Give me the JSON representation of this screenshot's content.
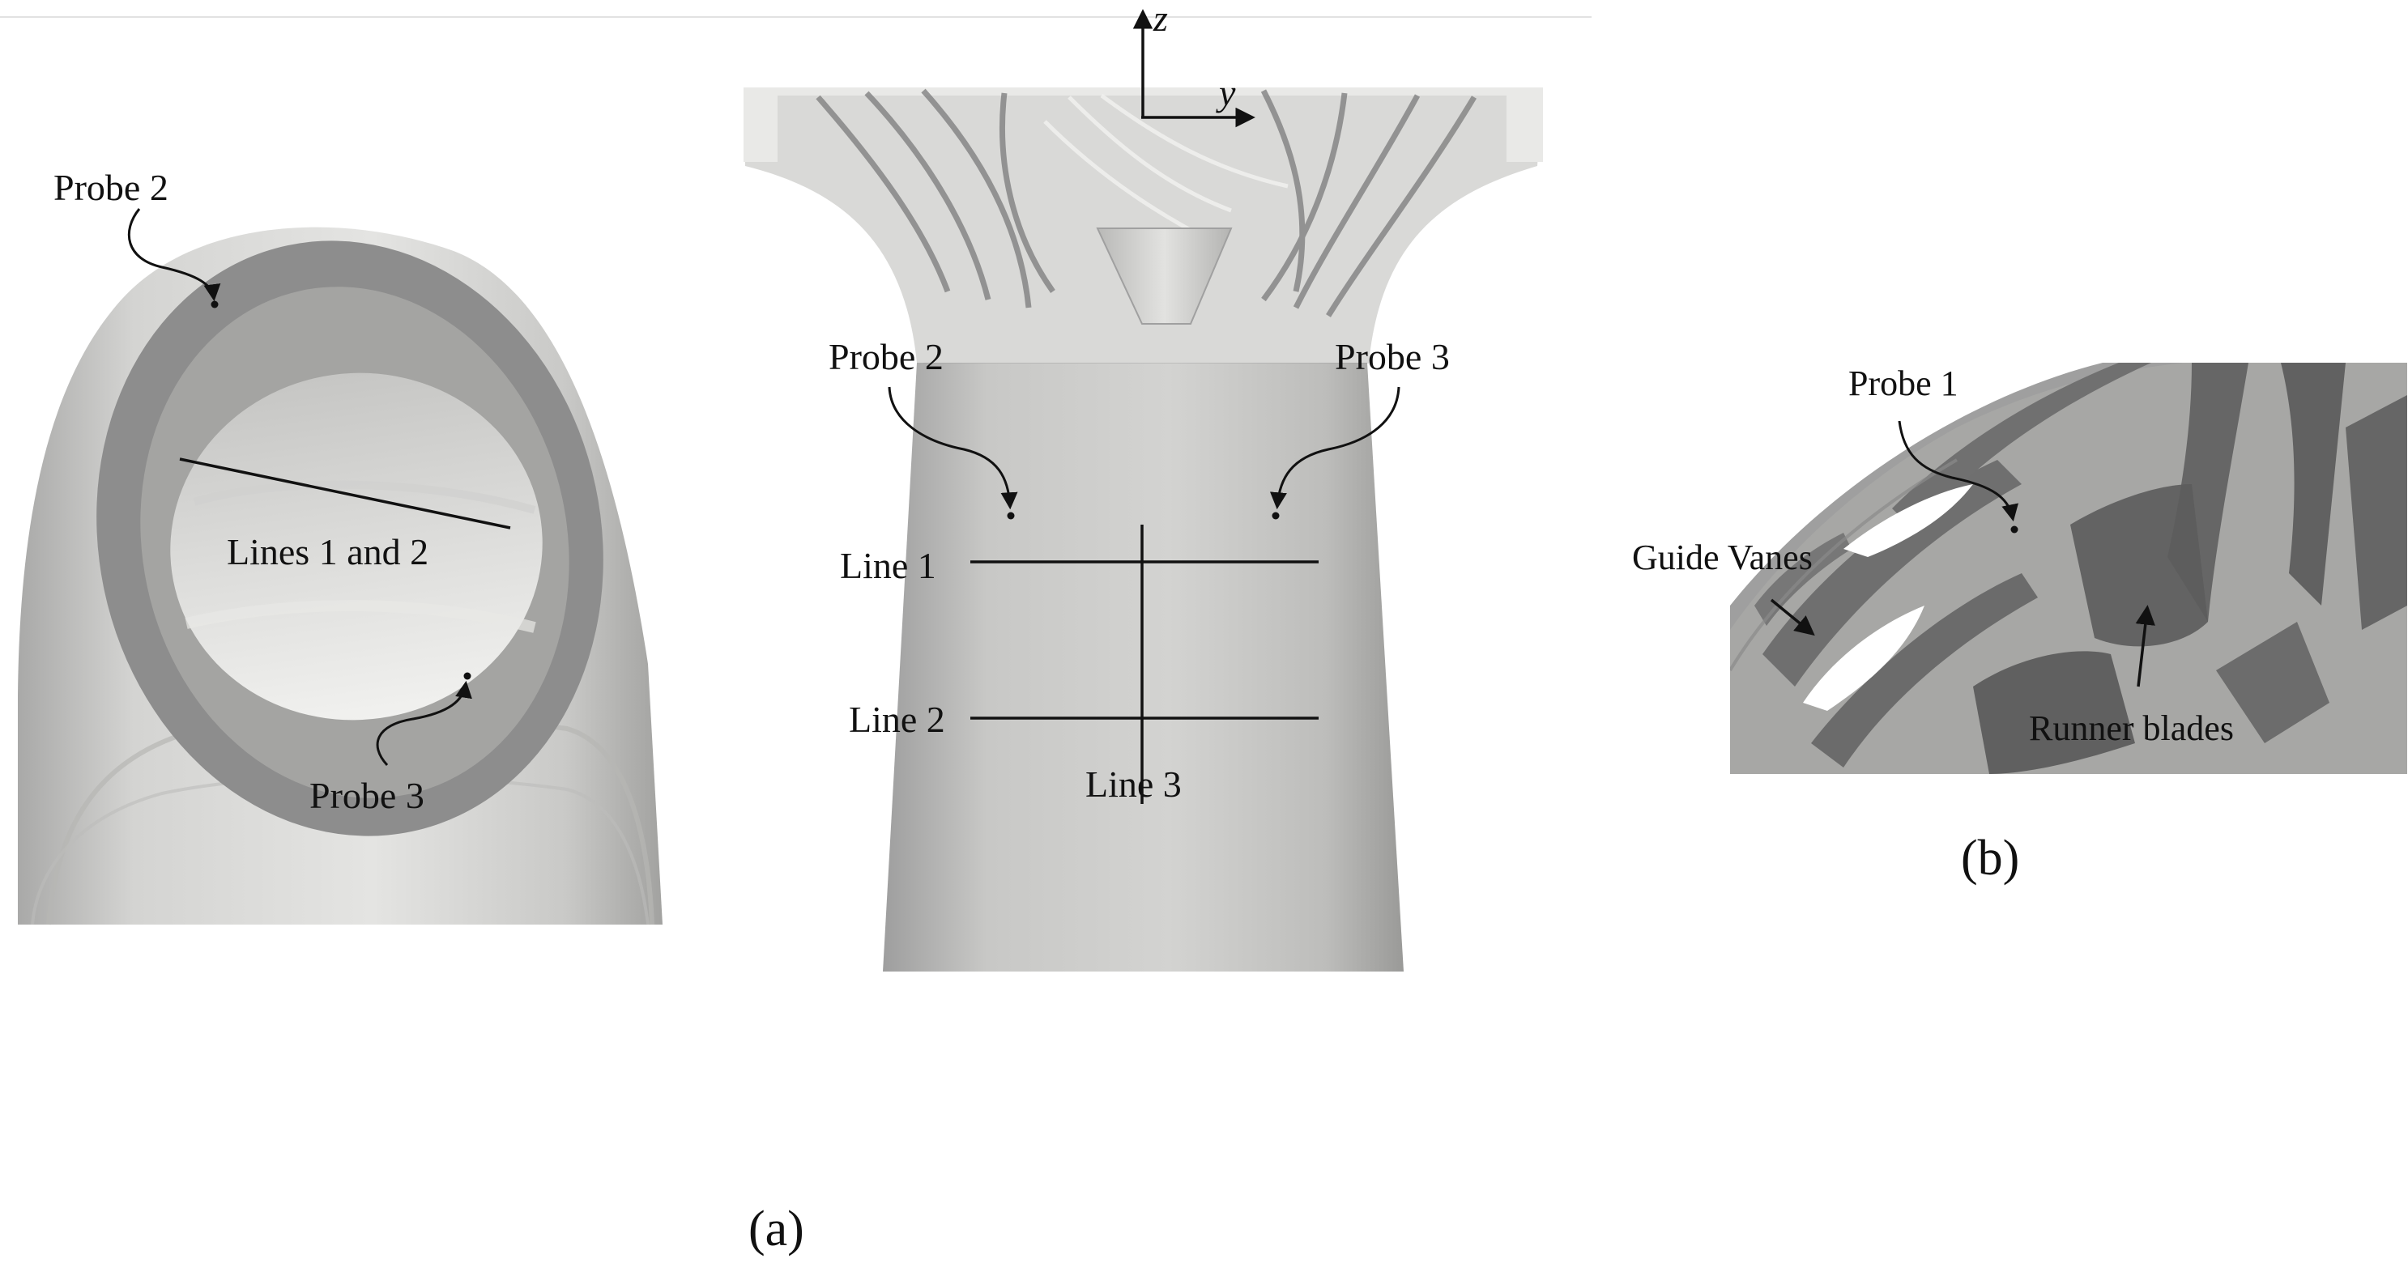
{
  "panel_a": {
    "caption": "(a)",
    "axes": {
      "z": "z",
      "y": "y"
    },
    "left_view": {
      "probe2": "Probe 2",
      "probe3": "Probe 3",
      "lines": "Lines 1 and 2"
    },
    "front_view": {
      "probe2": "Probe 2",
      "probe3": "Probe 3",
      "line1": "Line 1",
      "line2": "Line 2",
      "line3": "Line 3"
    }
  },
  "panel_b": {
    "caption": "(b)",
    "probe1": "Probe 1",
    "guide_vanes": "Guide Vanes",
    "runner_blades": "Runner blades"
  },
  "colors": {
    "surface_light": "#e6e6e4",
    "surface_mid": "#c8c8c6",
    "surface_dark": "#8e8e8e",
    "annotation": "#111111"
  }
}
